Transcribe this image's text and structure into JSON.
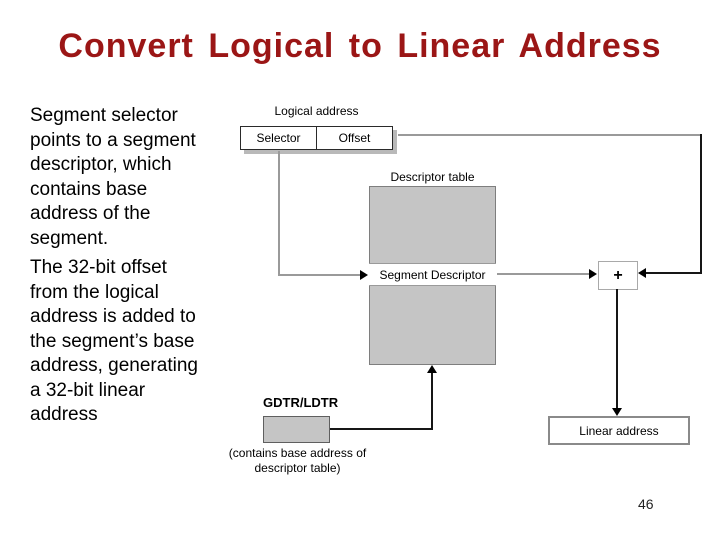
{
  "title": "Convert Logical to Linear Address",
  "body": {
    "paragraphs": [
      "Segment selector\npoints to a segment\ndescriptor, which\ncontains base\naddress of the\nsegment.",
      "The 32-bit offset\nfrom the logical\naddress is added to\nthe segment’s base\naddress, generating\na 32-bit linear\naddress"
    ]
  },
  "diagram": {
    "logical_address_label": "Logical address",
    "selector_label": "Selector",
    "offset_label": "Offset",
    "descriptor_table_label": "Descriptor table",
    "segment_descriptor_label": "Segment Descriptor",
    "adder_label": "+",
    "gdtr_label": "GDTR/LDTR",
    "gdtr_caption": "(contains base address of\ndescriptor table)",
    "linear_address_label": "Linear address"
  },
  "page_number": "46",
  "colors": {
    "title_color": "#9b1616",
    "table_fill": "#c5c5c5",
    "connector_gray": "#9a9a9a",
    "connector_black": "#161616",
    "box_shadow": "#b9b9b9"
  }
}
